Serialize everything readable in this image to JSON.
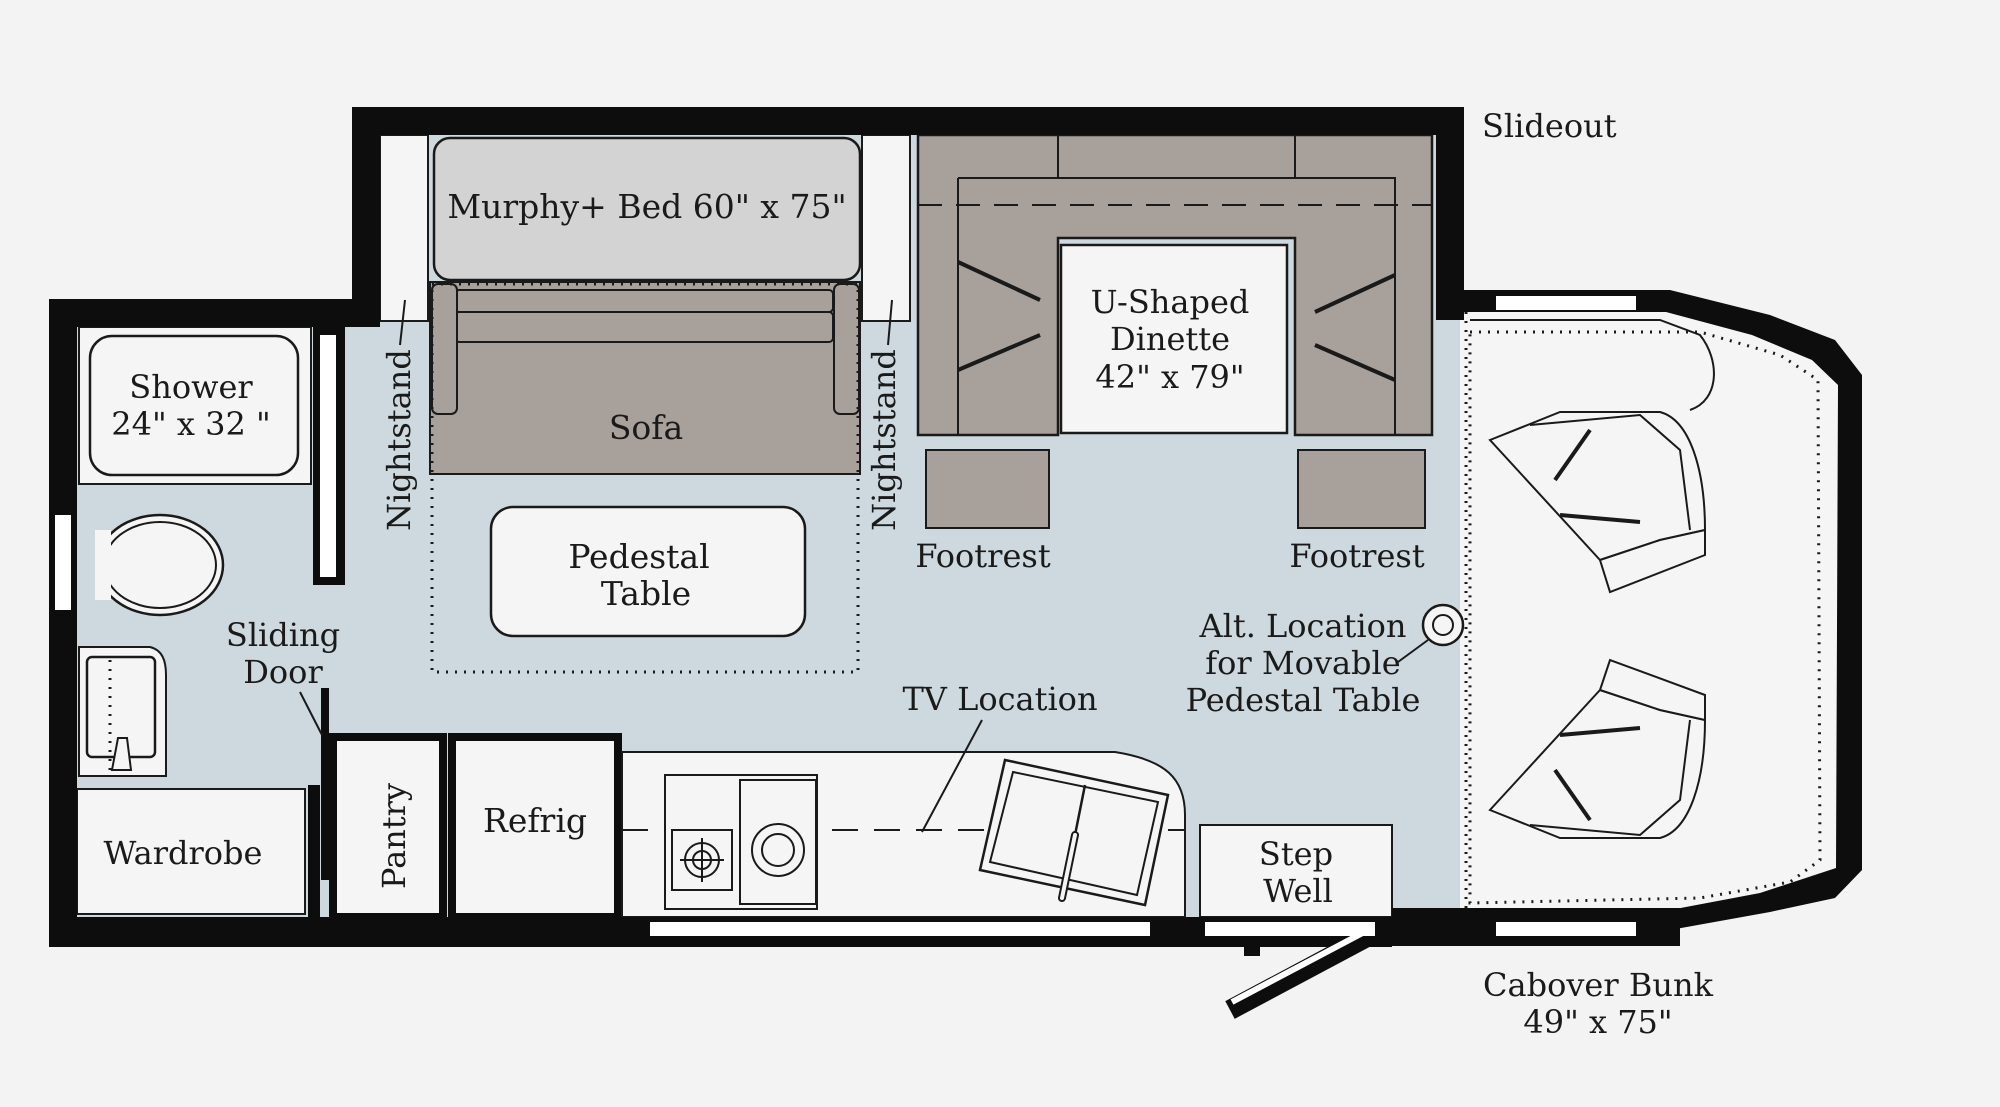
{
  "colors": {
    "background": "#f3f3f3",
    "wall": "#0d0d0d",
    "floor": "#cdd9de",
    "furniture_brown": "#a8a09b",
    "bed_gray": "#d3d3d3",
    "white_fixture": "#f5f5f5",
    "stroke": "#1a1a1a"
  },
  "labels": {
    "slideout": "Slideout",
    "murphy_bed": "Murphy+ Bed 60\" x 75\"",
    "sofa": "Sofa",
    "nightstand_left": "Nightstand",
    "nightstand_right": "Nightstand",
    "dinette": [
      "U-Shaped",
      "Dinette",
      "42\" x 79\""
    ],
    "footrest_left": "Footrest",
    "footrest_right": "Footrest",
    "shower": [
      "Shower",
      "24\" x 32 \""
    ],
    "sliding_door": [
      "Sliding",
      "Door"
    ],
    "pedestal_table": [
      "Pedestal",
      "Table"
    ],
    "alt_location": [
      "Alt. Location",
      "for Movable",
      "Pedestal Table"
    ],
    "tv_location": "TV Location",
    "wardrobe": "Wardrobe",
    "pantry": "Pantry",
    "refrig": "Refrig",
    "step_well": [
      "Step",
      "Well"
    ],
    "cabover_bunk": [
      "Cabover Bunk",
      "49\" x 75\""
    ]
  }
}
